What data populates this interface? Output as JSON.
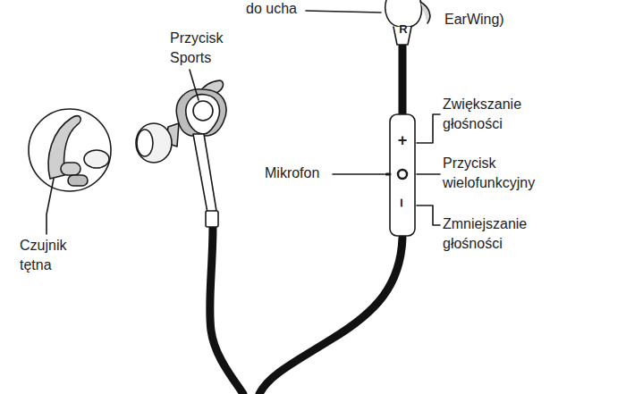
{
  "diagram": {
    "labels": [
      "do ucha",
      "EarWing)",
      "Przycisk Sports",
      "R",
      "Zwiększanie głośności",
      "+",
      "Mikrofon",
      "Przycisk wielofunkcyjny",
      "–",
      "Zmniejszanie głośności",
      "Czujnik tętna"
    ]
  }
}
